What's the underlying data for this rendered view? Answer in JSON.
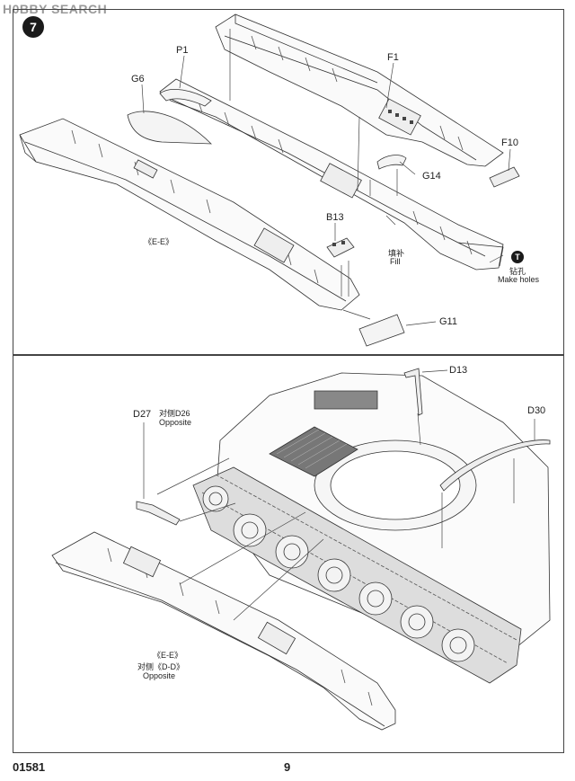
{
  "watermark": "H0BBY SEARCH",
  "step_number": "7",
  "top_panel": {
    "labels": {
      "p1": "P1",
      "g6": "G6",
      "f1": "F1",
      "f10": "F10",
      "g14": "G14",
      "b13": "B13",
      "g11": "G11",
      "ee": "《E-E》",
      "fill_cn": "填补",
      "fill_en": "Fill",
      "holes_cn": "钻孔",
      "holes_en": "Make holes",
      "holes_icon": "T"
    }
  },
  "bottom_panel": {
    "labels": {
      "d13": "D13",
      "d27": "D27",
      "d30": "D30",
      "opp_d26_cn": "对侧D26",
      "opp_d26_en": "Opposite",
      "ee": "《E-E》",
      "opp_dd_cn": "对侧《D-D》",
      "opp_dd_en": "Opposite"
    }
  },
  "footer": {
    "kit_number": "01581",
    "page_number": "9"
  }
}
